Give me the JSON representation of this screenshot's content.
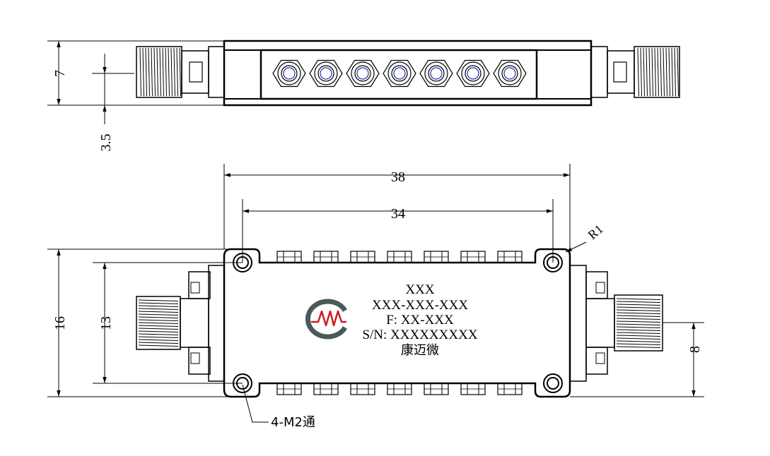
{
  "dimensions": {
    "top_height": "7",
    "top_offset": "3.5",
    "length_outer": "38",
    "length_holes": "34",
    "corner_radius": "R1",
    "width_outer": "16",
    "width_holes": "13",
    "connector_offset": "8",
    "hole_note": "4-M2通"
  },
  "label": {
    "line1": "XXX",
    "line2": "XXX-XXX-XXX",
    "line3": "F: XX-XXX",
    "line4": "S/N: XXXXXXXXX",
    "line5": "康迈微"
  },
  "logo": {
    "text": "MW",
    "ring_color": "#4a5a5a",
    "text_color": "#cc2020"
  },
  "screws": {
    "count": 7
  }
}
